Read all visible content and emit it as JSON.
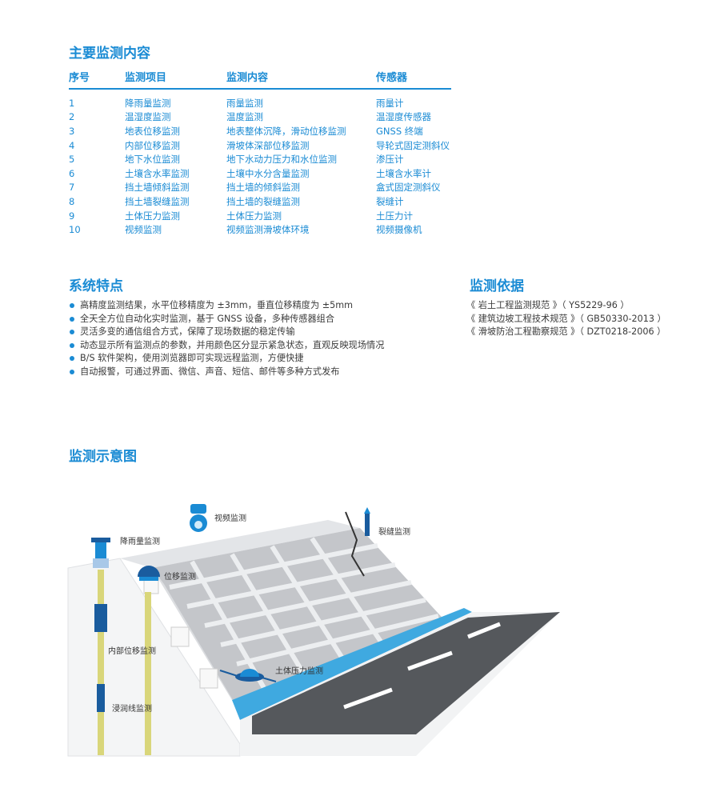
{
  "monitoring": {
    "title": "主要监测内容",
    "headers": [
      "序号",
      "监测项目",
      "监测内容",
      "传感器"
    ],
    "rows": [
      [
        "1",
        "降雨量监测",
        "雨量监测",
        "雨量计"
      ],
      [
        "2",
        "温湿度监测",
        "温度监测",
        "温湿度传感器"
      ],
      [
        "3",
        "地表位移监测",
        "地表整体沉降，滑动位移监测",
        "GNSS 终端"
      ],
      [
        "4",
        "内部位移监测",
        "滑坡体深部位移监测",
        "导轮式固定测斜仪"
      ],
      [
        "5",
        "地下水位监测",
        "地下水动力压力和水位监测",
        "渗压计"
      ],
      [
        "6",
        "土壤含水率监测",
        "土壤中水分含量监测",
        "土壤含水率计"
      ],
      [
        "7",
        "挡土墙倾斜监测",
        "挡土墙的倾斜监测",
        "盒式固定测斜仪"
      ],
      [
        "8",
        "挡土墙裂缝监测",
        "挡土墙的裂缝监测",
        "裂缝计"
      ],
      [
        "9",
        "土体压力监测",
        "土体压力监测",
        "土压力计"
      ],
      [
        "10",
        "视频监测",
        "视频监测滑坡体环境",
        "视频摄像机"
      ]
    ]
  },
  "features": {
    "title": "系统特点",
    "items": [
      "高精度监测结果，水平位移精度为 ±3mm，垂直位移精度为 ±5mm",
      "全天全方位自动化实时监测，基于 GNSS 设备，多种传感器组合",
      "灵活多变的通信组合方式，保障了现场数据的稳定传输",
      "动态显示所有监测点的参数，并用颜色区分显示紧急状态，直观反映现场情况",
      "B/S 软件架构，使用浏览器即可实现远程监测，方便快捷",
      "自动报警，可通过界面、微信、声音、短信、邮件等多种方式发布"
    ]
  },
  "basis": {
    "title": "监测依据",
    "items": [
      "《 岩土工程监测规范 》（ YS5229-96 ）",
      "《 建筑边坡工程技术规范 》（ GB50330-2013 ）",
      "《 滑坡防治工程勘察规范 》（ DZT0218-2006 ）"
    ]
  },
  "diagram": {
    "title": "监测示意图",
    "labels": {
      "video": "视频监测",
      "rain": "降雨量监测",
      "crack": "裂缝监测",
      "displacement": "位移监测",
      "internal": "内部位移监测",
      "soil_pressure": "土体压力监测",
      "seepage": "浸润线监测"
    }
  },
  "colors": {
    "accent": "#1a8bd4",
    "slope": "#c9cbcf",
    "grid": "#e9eaec",
    "road": "#55585c",
    "water": "#3fa9e0",
    "pipe": "#d9d67a"
  }
}
